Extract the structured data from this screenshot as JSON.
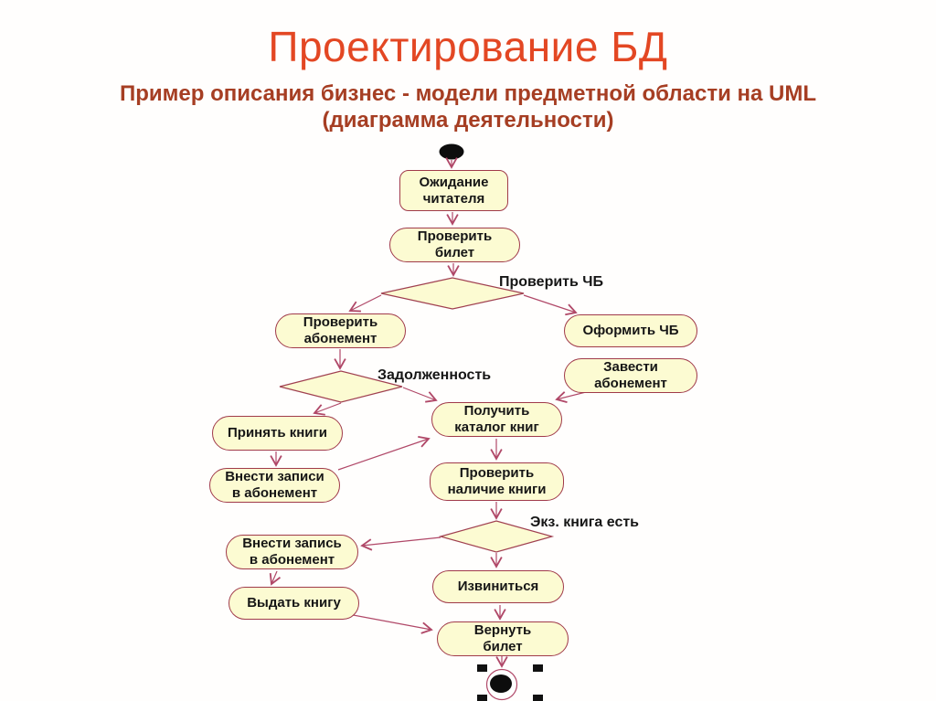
{
  "slide": {
    "title": "Проектирование БД",
    "subtitle": "Пример описания бизнес - модели предметной области на UML\n(диаграмма деятельности)"
  },
  "colors": {
    "title": "#e34723",
    "subtitle": "#a63e23",
    "node_fill": "#fcfbd2",
    "node_border": "#a03a4a",
    "flow_arrow": "#b04868",
    "diagram_text": "#161616",
    "start_end_node": "#0d0d0d"
  },
  "diagram": {
    "type": "uml-activity-diagram",
    "start": "initial-node",
    "end": "final-node",
    "nodes": [
      {
        "id": "ozhidanie-chitatelya",
        "shape": "rounded-rect",
        "label": "Ожидание\nчитателя"
      },
      {
        "id": "proverit-bilet",
        "shape": "stadium",
        "label": "Проверить\nбилет"
      },
      {
        "id": "proverit-abonement",
        "shape": "stadium",
        "label": "Проверить\nабонемент"
      },
      {
        "id": "oformit-chb",
        "shape": "stadium",
        "label": "Оформить ЧБ"
      },
      {
        "id": "zavesti-abonement",
        "shape": "stadium",
        "label": "Завести\nабонемент"
      },
      {
        "id": "prinyat-knigi",
        "shape": "stadium",
        "label": "Принять книги"
      },
      {
        "id": "poluchit-katalog-knig",
        "shape": "stadium",
        "label": "Получить\nкаталог книг"
      },
      {
        "id": "vnesti-zapisi-v-abonement",
        "shape": "stadium",
        "label": "Внести записи\nв абонемент"
      },
      {
        "id": "proverit-nalichie-knigi",
        "shape": "stadium",
        "label": "Проверить\nналичие книги"
      },
      {
        "id": "vnesti-zapis-v-abonement",
        "shape": "stadium",
        "label": "Внести запись\nв абонемент"
      },
      {
        "id": "izvinitsya",
        "shape": "stadium",
        "label": "Извиниться"
      },
      {
        "id": "vydat-knigu",
        "shape": "stadium",
        "label": "Выдать книгу"
      },
      {
        "id": "vernut-bilet",
        "shape": "stadium",
        "label": "Вернуть\nбилет"
      }
    ],
    "decisions": [
      {
        "id": "proverit-chb",
        "label": "Проверить ЧБ"
      },
      {
        "id": "zadolzhennost",
        "label": "Задолженность"
      },
      {
        "id": "ekz-kniga-est",
        "label": "Экз. книга есть"
      }
    ]
  }
}
